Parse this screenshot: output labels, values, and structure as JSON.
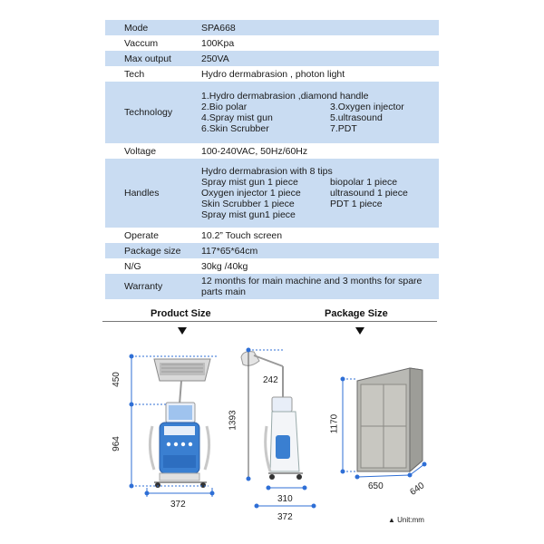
{
  "specs": {
    "mode": {
      "label": "Mode",
      "value": "SPA668"
    },
    "vaccum": {
      "label": "Vaccum",
      "value": "100Kpa"
    },
    "max_output": {
      "label": "Max output",
      "value": "250VA"
    },
    "tech": {
      "label": "Tech",
      "value": "Hydro dermabrasion , photon light"
    },
    "technology": {
      "label": "Technology",
      "line1": "1.Hydro dermabrasion ,diamond handle",
      "grid": [
        "2.Bio polar",
        "3.Oxygen injector",
        "4.Spray mist gun",
        "5.ultrasound",
        "6.Skin Scrubber",
        "7.PDT"
      ]
    },
    "voltage": {
      "label": "Voltage",
      "value": "100-240VAC, 50Hz/60Hz"
    },
    "handles": {
      "label": "Handles",
      "line1": "Hydro dermabrasion with 8 tips",
      "grid": [
        "Spray mist gun 1 piece",
        "biopolar 1 piece",
        "Oxygen injector 1 piece",
        "ultrasound 1 piece",
        "Skin Scrubber 1 piece",
        "PDT 1 piece"
      ],
      "last": "Spray mist gun1 piece"
    },
    "operate": {
      "label": "Operate",
      "value": "10.2”   Touch screen"
    },
    "package_size": {
      "label": "Package size",
      "value": "117*65*64cm"
    },
    "ng": {
      "label": "N/G",
      "value": "30kg /40kg"
    },
    "warranty": {
      "label": "Warranty",
      "value": "12 months for main machine and 3 months for spare parts main"
    }
  },
  "sections": {
    "product_size": "Product Size",
    "package_size": "Package Size"
  },
  "dimensions": {
    "front_top": "450",
    "front_bottom": "964",
    "front_width": "372",
    "side_height": "1393",
    "side_arm": "242",
    "side_base": "310",
    "side_width": "372",
    "pkg_height": "1170",
    "pkg_width": "650",
    "pkg_depth": "640"
  },
  "unit_note": "▲ Unit:mm",
  "colors": {
    "table_shade": "#c9dcf2",
    "machine_blue": "#3a7fd1",
    "dim_blue": "#2f6fd6"
  }
}
